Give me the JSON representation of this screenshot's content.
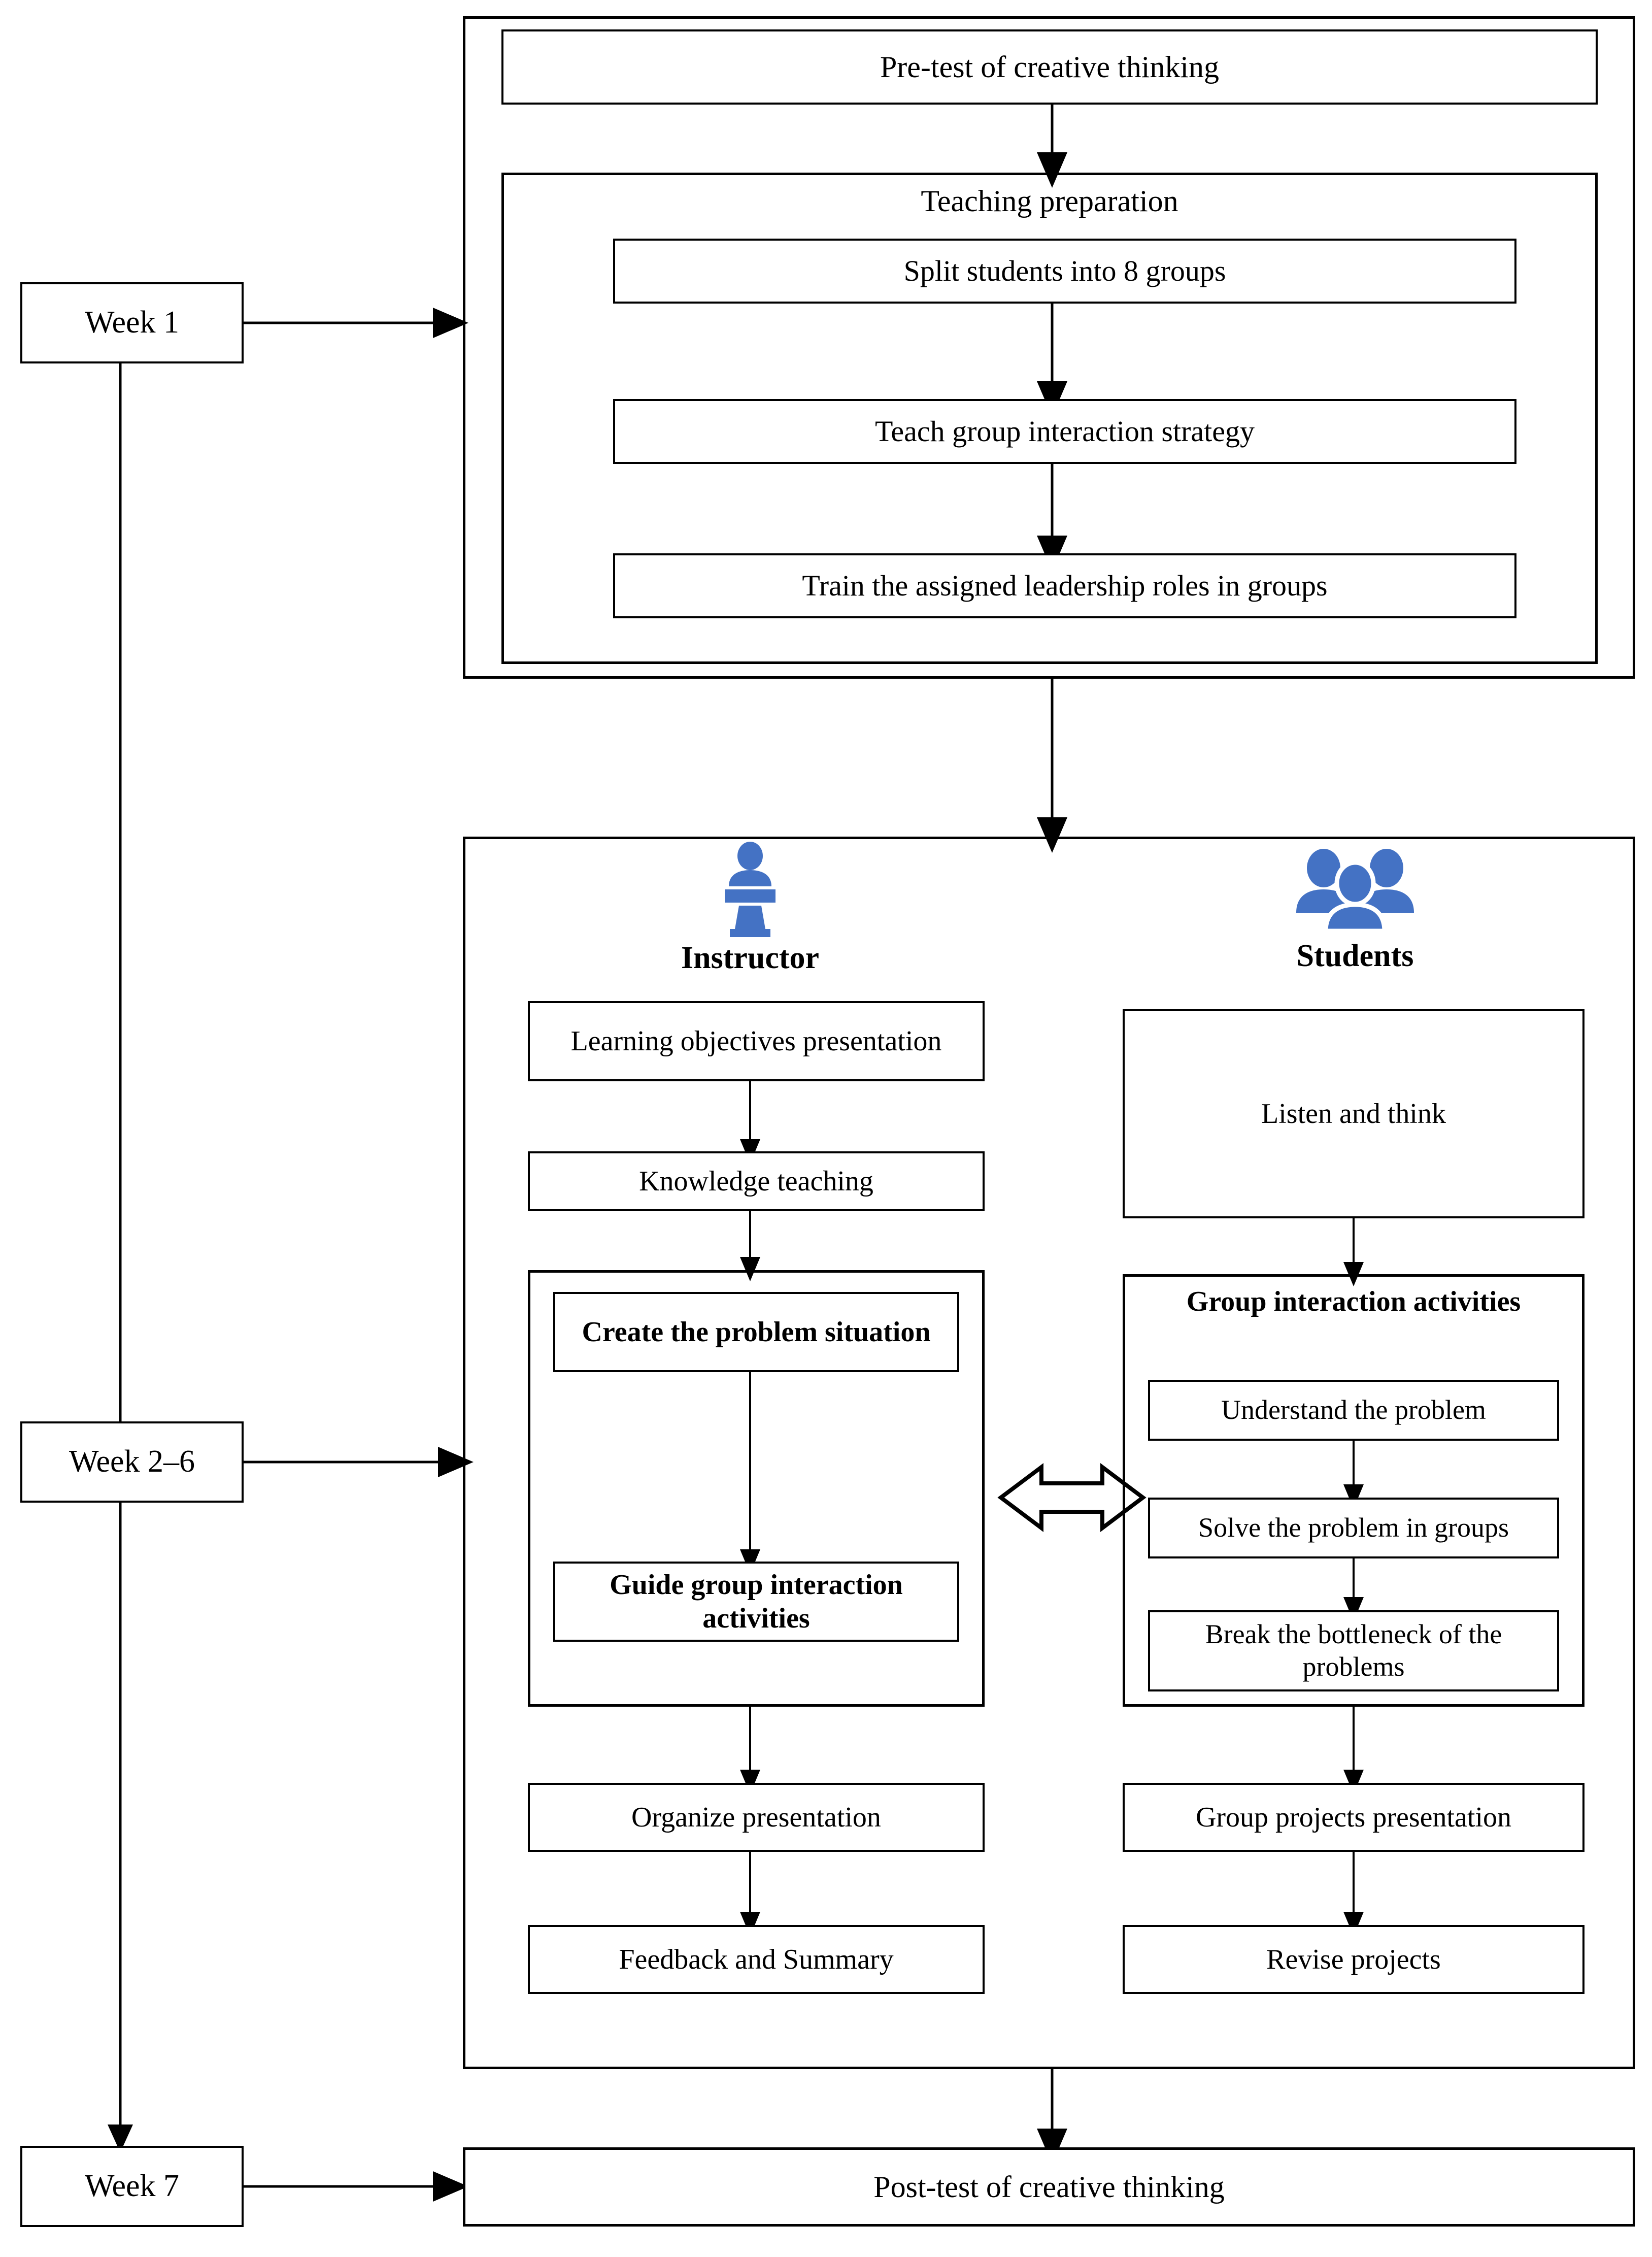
{
  "diagram": {
    "title": "Quasi-experimental teaching intervention flowchart",
    "accent_color": "#4472C4",
    "line_color": "#000000"
  },
  "timeline": {
    "weeks": [
      {
        "label": "Week 1"
      },
      {
        "label": "Week 2–6"
      },
      {
        "label": "Week 7"
      }
    ]
  },
  "stage_pretest": {
    "pretest": "Pre-test of creative thinking",
    "prep_title": "Teaching preparation",
    "prep_steps": [
      "Split students into 8 groups",
      "Teach group interaction strategy",
      "Train the assigned  leadership roles in groups"
    ]
  },
  "stage_instruction": {
    "instructor": {
      "icon": "lectern-speaker-icon",
      "role_label": "Instructor",
      "steps": [
        "Learning objectives presentation",
        "Knowledge teaching"
      ],
      "group_title": "",
      "group_steps": [
        "Create the problem situation",
        "Guide group interaction  activities"
      ],
      "tail_steps": [
        "Organize presentation",
        "Feedback and Summary"
      ]
    },
    "students": {
      "icon": "people-group-icon",
      "role_label": "Students",
      "steps": [
        "Listen and think"
      ],
      "group_title": "Group interaction  activities",
      "group_steps": [
        "Understand the problem",
        "Solve the problem in groups",
        "Break the bottleneck of the problems"
      ],
      "tail_steps": [
        "Group projects presentation",
        "Revise projects"
      ]
    },
    "exchange_icon": "double-headed-arrow-icon"
  },
  "stage_posttest": {
    "posttest": "Post-test of creative thinking"
  }
}
